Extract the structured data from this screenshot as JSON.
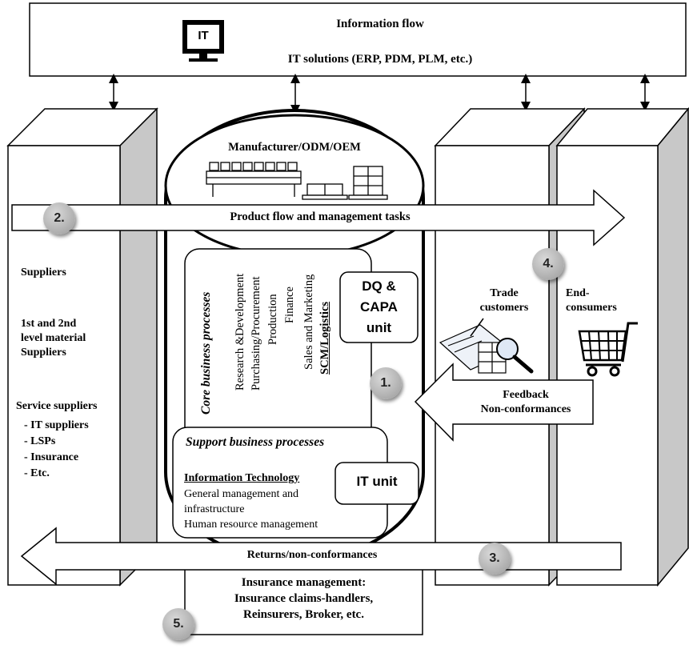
{
  "info_flow": {
    "title": "Information flow",
    "subtitle": "IT solutions (ERP, PDM, PLM, etc.)",
    "it_icon_label": "IT"
  },
  "manufacturer": {
    "title": "Manufacturer/ODM/OEM",
    "icon": "conveyor-factory-icon"
  },
  "product_flow": {
    "label": "Product flow and management tasks",
    "step": "2."
  },
  "suppliers": {
    "heading": "Suppliers",
    "level_line1": "1st and 2nd",
    "level_line2": "level material",
    "level_line3": "Suppliers",
    "service_heading": "Service suppliers",
    "items": [
      "- IT suppliers",
      "- LSPs",
      "- Insurance",
      "- Etc."
    ]
  },
  "core": {
    "title": "Core business processes",
    "items": [
      "Research &Development",
      "Purchasing/Procurement",
      "Production",
      "Finance",
      "Sales and Marketing"
    ],
    "scm": "SCM/Logistics",
    "dq_line1": "DQ &",
    "dq_line2": "CAPA",
    "dq_line3": "unit",
    "step": "1."
  },
  "support": {
    "title": "Support business processes",
    "it_heading": "Information Technology",
    "items": [
      "General management and",
      "infrastructure",
      "Human resource management"
    ],
    "it_unit": "IT unit"
  },
  "trade": {
    "line1": "Trade",
    "line2": "customers",
    "icon": "inspection-magnifier-icon"
  },
  "feedback": {
    "line1": "Feedback",
    "line2": "Non-conformances"
  },
  "consumers": {
    "line1": "End-",
    "line2": "consumers",
    "icon": "shopping-cart-icon",
    "step": "4."
  },
  "returns": {
    "label": "Returns/non-conformances",
    "step": "3."
  },
  "insurance": {
    "line1": "Insurance management:",
    "line2": "Insurance claims-handlers,",
    "line3": "Reinsurers, Broker, etc.",
    "step": "5."
  },
  "colors": {
    "pillar_side": "#c8c8c8",
    "circle_fill": "#b3b3b3",
    "outline": "#000000"
  }
}
